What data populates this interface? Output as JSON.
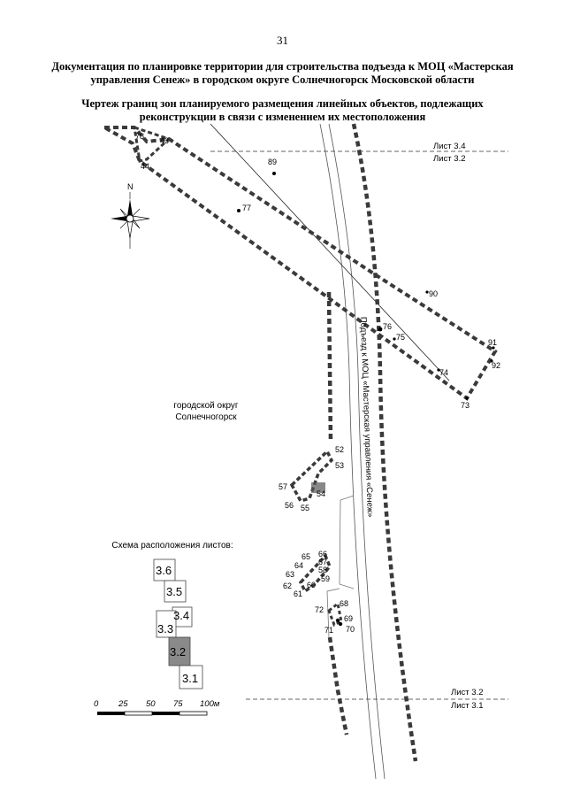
{
  "page_number": "31",
  "doc_title_line1": "Документация по планировке территории для строительства подъезда к МОЦ «Мастерская",
  "doc_title_line2": "управления Сенеж» в городском округе Солнечногорск Московской области",
  "drawing_title_line1": "Чертеж границ зон планируемого размещения линейных объектов, подлежащих",
  "drawing_title_line2": "реконструкции в связи с изменением их местоположения",
  "sheet_borders": {
    "top_upper": "Лист 3.4",
    "top_lower": "Лист 3.2",
    "bottom_upper": "Лист 3.2",
    "bottom_lower": "Лист 3.1"
  },
  "road_label": "Подъезд к МОЦ «Мастерская управления «Сенеж»",
  "area_label_line1": "городской округ",
  "area_label_line2": "Солнечногорск",
  "north_label": "N",
  "point_labels": {
    "p78": "78",
    "p43": "43",
    "p44": "44",
    "p89": "89",
    "p77": "77",
    "p90": "90",
    "p76": "76",
    "p75": "75",
    "p91": "91",
    "p92": "92",
    "p74": "74",
    "p73": "73",
    "p52": "52",
    "p53": "53",
    "p57": "57",
    "p54": "54",
    "p56": "56",
    "p55": "55",
    "p66": "66",
    "p65": "65",
    "p67": "67",
    "p64": "64",
    "p58": "58",
    "p63": "63",
    "p59": "59",
    "p62": "62",
    "p60": "60",
    "p61": "61",
    "p68": "68",
    "p72": "72",
    "p69": "69",
    "p71": "71",
    "p70": "70"
  },
  "schema": {
    "title": "Схема расположения листов:",
    "sheets": [
      "3.6",
      "3.5",
      "3.4",
      "3.3",
      "3.2",
      "3.1"
    ],
    "current_sheet": "3.2"
  },
  "scale": {
    "ticks": [
      "0",
      "25",
      "50",
      "75",
      "100м"
    ]
  },
  "colors": {
    "boundary": "#3a3a3a",
    "current_sheet_fill": "#8a8a8a"
  }
}
